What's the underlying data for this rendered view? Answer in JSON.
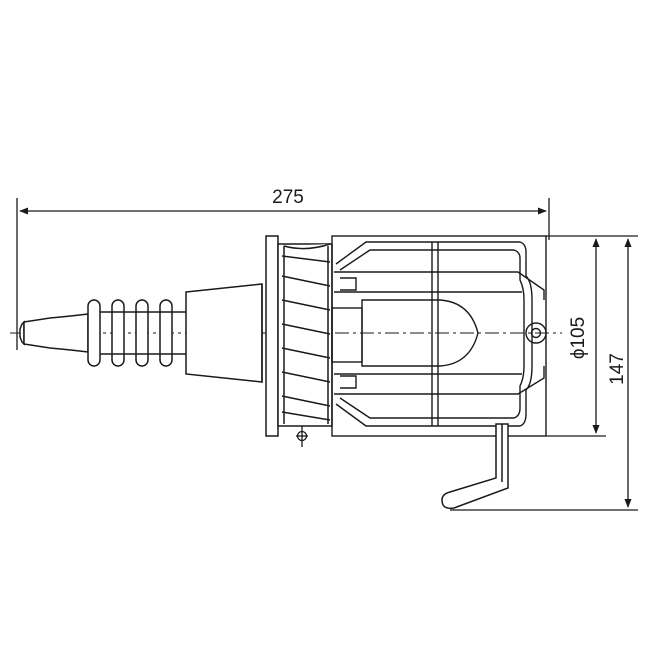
{
  "dimensions": {
    "overall_length": "275",
    "cage_diameter": "ϕ105",
    "total_height": "147"
  },
  "colors": {
    "line": "#1a1a1a",
    "background": "#ffffff"
  },
  "icons": {
    "dimension_arrow": "arrowhead",
    "ground_symbol": "earth-terminal-icon"
  }
}
